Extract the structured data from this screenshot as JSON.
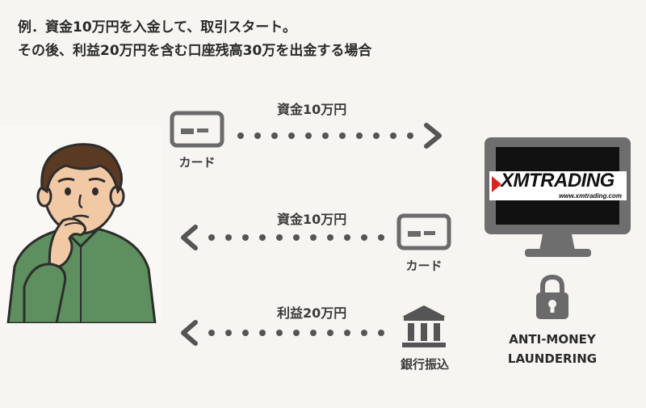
{
  "heading": {
    "line1": "例．資金10万円を入金して、取引スタート。",
    "line2": "その後、利益20万円を含む口座残高30万を出金する場合"
  },
  "flows": [
    {
      "amount": "資金10万円",
      "method": "カード",
      "direction": "right",
      "icon": "credit-card-icon"
    },
    {
      "amount": "資金10万円",
      "method": "カード",
      "direction": "left",
      "icon": "credit-card-icon"
    },
    {
      "amount": "利益20万円",
      "method": "銀行振込",
      "direction": "left",
      "icon": "bank-icon"
    }
  ],
  "broker": {
    "logo_text": "XMTRADING",
    "logo_url": "www.xmtrading.com"
  },
  "aml": {
    "line1": "ANTI-MONEY",
    "line2": "LAUNDERING",
    "icon": "padlock-icon"
  },
  "colors": {
    "background": "#f7f5f1",
    "icon_gray": "#6a6a6a",
    "shirt_green": "#5e8f5e",
    "logo_red": "#d9231d"
  }
}
